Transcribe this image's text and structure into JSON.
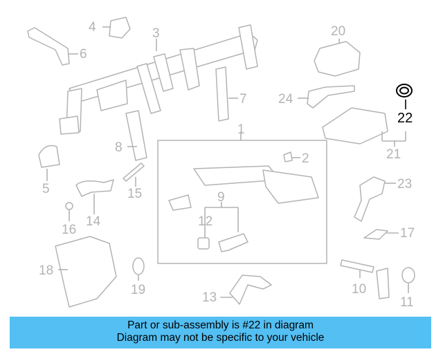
{
  "diagram": {
    "callouts": {
      "c1": "1",
      "c2": "2",
      "c3": "3",
      "c4": "4",
      "c5": "5",
      "c6": "6",
      "c7": "7",
      "c8": "8",
      "c9": "9",
      "c10": "10",
      "c11": "11",
      "c12": "12",
      "c13": "13",
      "c14": "14",
      "c15": "15",
      "c16": "16",
      "c17": "17",
      "c18": "18",
      "c19": "19",
      "c20": "20",
      "c21": "21",
      "c22": "22",
      "c23": "23",
      "c24": "24"
    },
    "highlighted_part": "22",
    "colors": {
      "outline": "#b3b3b3",
      "highlight": "#000000",
      "banner_bg": "#53bff3"
    }
  },
  "banner": {
    "line1": "Part or sub-assembly is #22 in diagram",
    "line2": "Diagram may not be specific to your vehicle"
  }
}
